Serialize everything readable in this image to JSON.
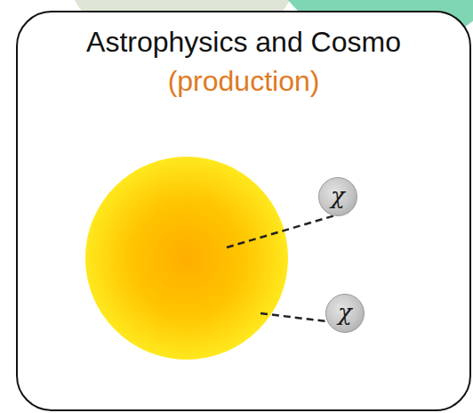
{
  "diagram": {
    "nodes": [
      {
        "text": [
          "Astrophysics and Cosmo",
          "(production)"
        ]
      },
      {
        "text": [
          "χ"
        ],
        "in": 0
      },
      {
        "text": [
          "χ"
        ],
        "in": 0
      }
    ]
  }
}
